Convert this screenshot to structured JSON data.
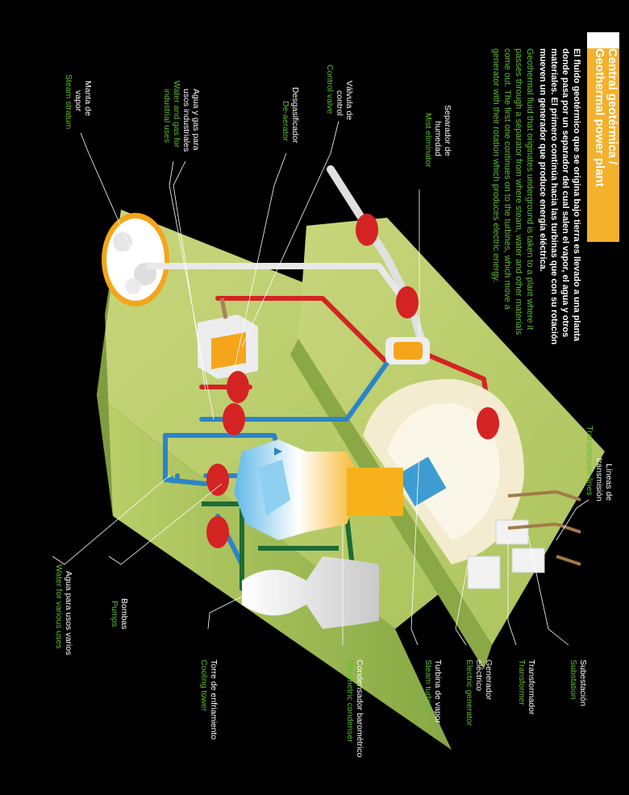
{
  "title": {
    "line1": "Central geotérmica /",
    "line2": "Geothermal power plant"
  },
  "description": {
    "es": [
      "El fluido geotérmico que se origina bajo tierra es llevado a una planta",
      "donde pasa por un separador del cual salen el vapor, el agua y otros",
      "materiales. El primero continúa hacia las turbinas que con su rotación",
      "mueven un generador que produce energía eléctrica."
    ],
    "en": [
      "Geothermal fluid that originates underground is taken to a plant where it",
      "passes through a separator from where steam, water and other materials",
      "come out. The first one continues on to the turbines, which move a",
      "generator with their rotation which produces electric energy."
    ]
  },
  "labels": {
    "mist_eliminator": {
      "es": [
        "Separador de",
        "humedad"
      ],
      "en": [
        "Mist eliminator"
      ]
    },
    "control_valve": {
      "es": [
        "Válvula de",
        "control"
      ],
      "en": [
        "Control valve"
      ]
    },
    "de_aerator": {
      "es": [
        "Desgasificador"
      ],
      "en": [
        "De-aerator"
      ]
    },
    "industrial_water": {
      "es": [
        "Agua y gas para",
        "usos industriales"
      ],
      "en": [
        "Water and gas for",
        "industrial uses"
      ]
    },
    "steam_stratum": {
      "es": [
        "Manta de",
        "vapor"
      ],
      "en": [
        "Steam stratum"
      ]
    },
    "transmission_lines": {
      "es": [
        "Líneas de",
        "transmisión"
      ],
      "en": [
        "Transmission lines"
      ]
    },
    "substation": {
      "es": [
        "Subestación"
      ],
      "en": [
        "Substation"
      ]
    },
    "transformer": {
      "es": [
        "Transformador"
      ],
      "en": [
        "Transformer"
      ]
    },
    "generator": {
      "es": [
        "Generador",
        "eléctrico"
      ],
      "en": [
        "Electric generator"
      ]
    },
    "steam_turbine": {
      "es": [
        "Turbina de vapor"
      ],
      "en": [
        "Steam turbine"
      ]
    },
    "barometric_condenser": {
      "es": [
        "Condensador barométrico"
      ],
      "en": [
        "Barometric condenser"
      ]
    },
    "pumps": {
      "es": [
        "Bombas"
      ],
      "en": [
        "Pumps"
      ]
    },
    "various_water": {
      "es": [
        "Agua para usos varios"
      ],
      "en": [
        "Water for various uses"
      ]
    },
    "cooling_tower": {
      "es": [
        "Torre de enfriamiento"
      ],
      "en": [
        "Cooling tower"
      ]
    }
  },
  "colors": {
    "background": "#000000",
    "title_band": "#f3b12c",
    "english_text": "#5fbf2c",
    "spanish_text": "#ffffff",
    "ground_top": "#b7c964",
    "ground_side": "#95b34d",
    "pipe_steam": "#d42323",
    "pipe_water": "#2c84c8",
    "pipe_condensate": "#1e6b35"
  }
}
